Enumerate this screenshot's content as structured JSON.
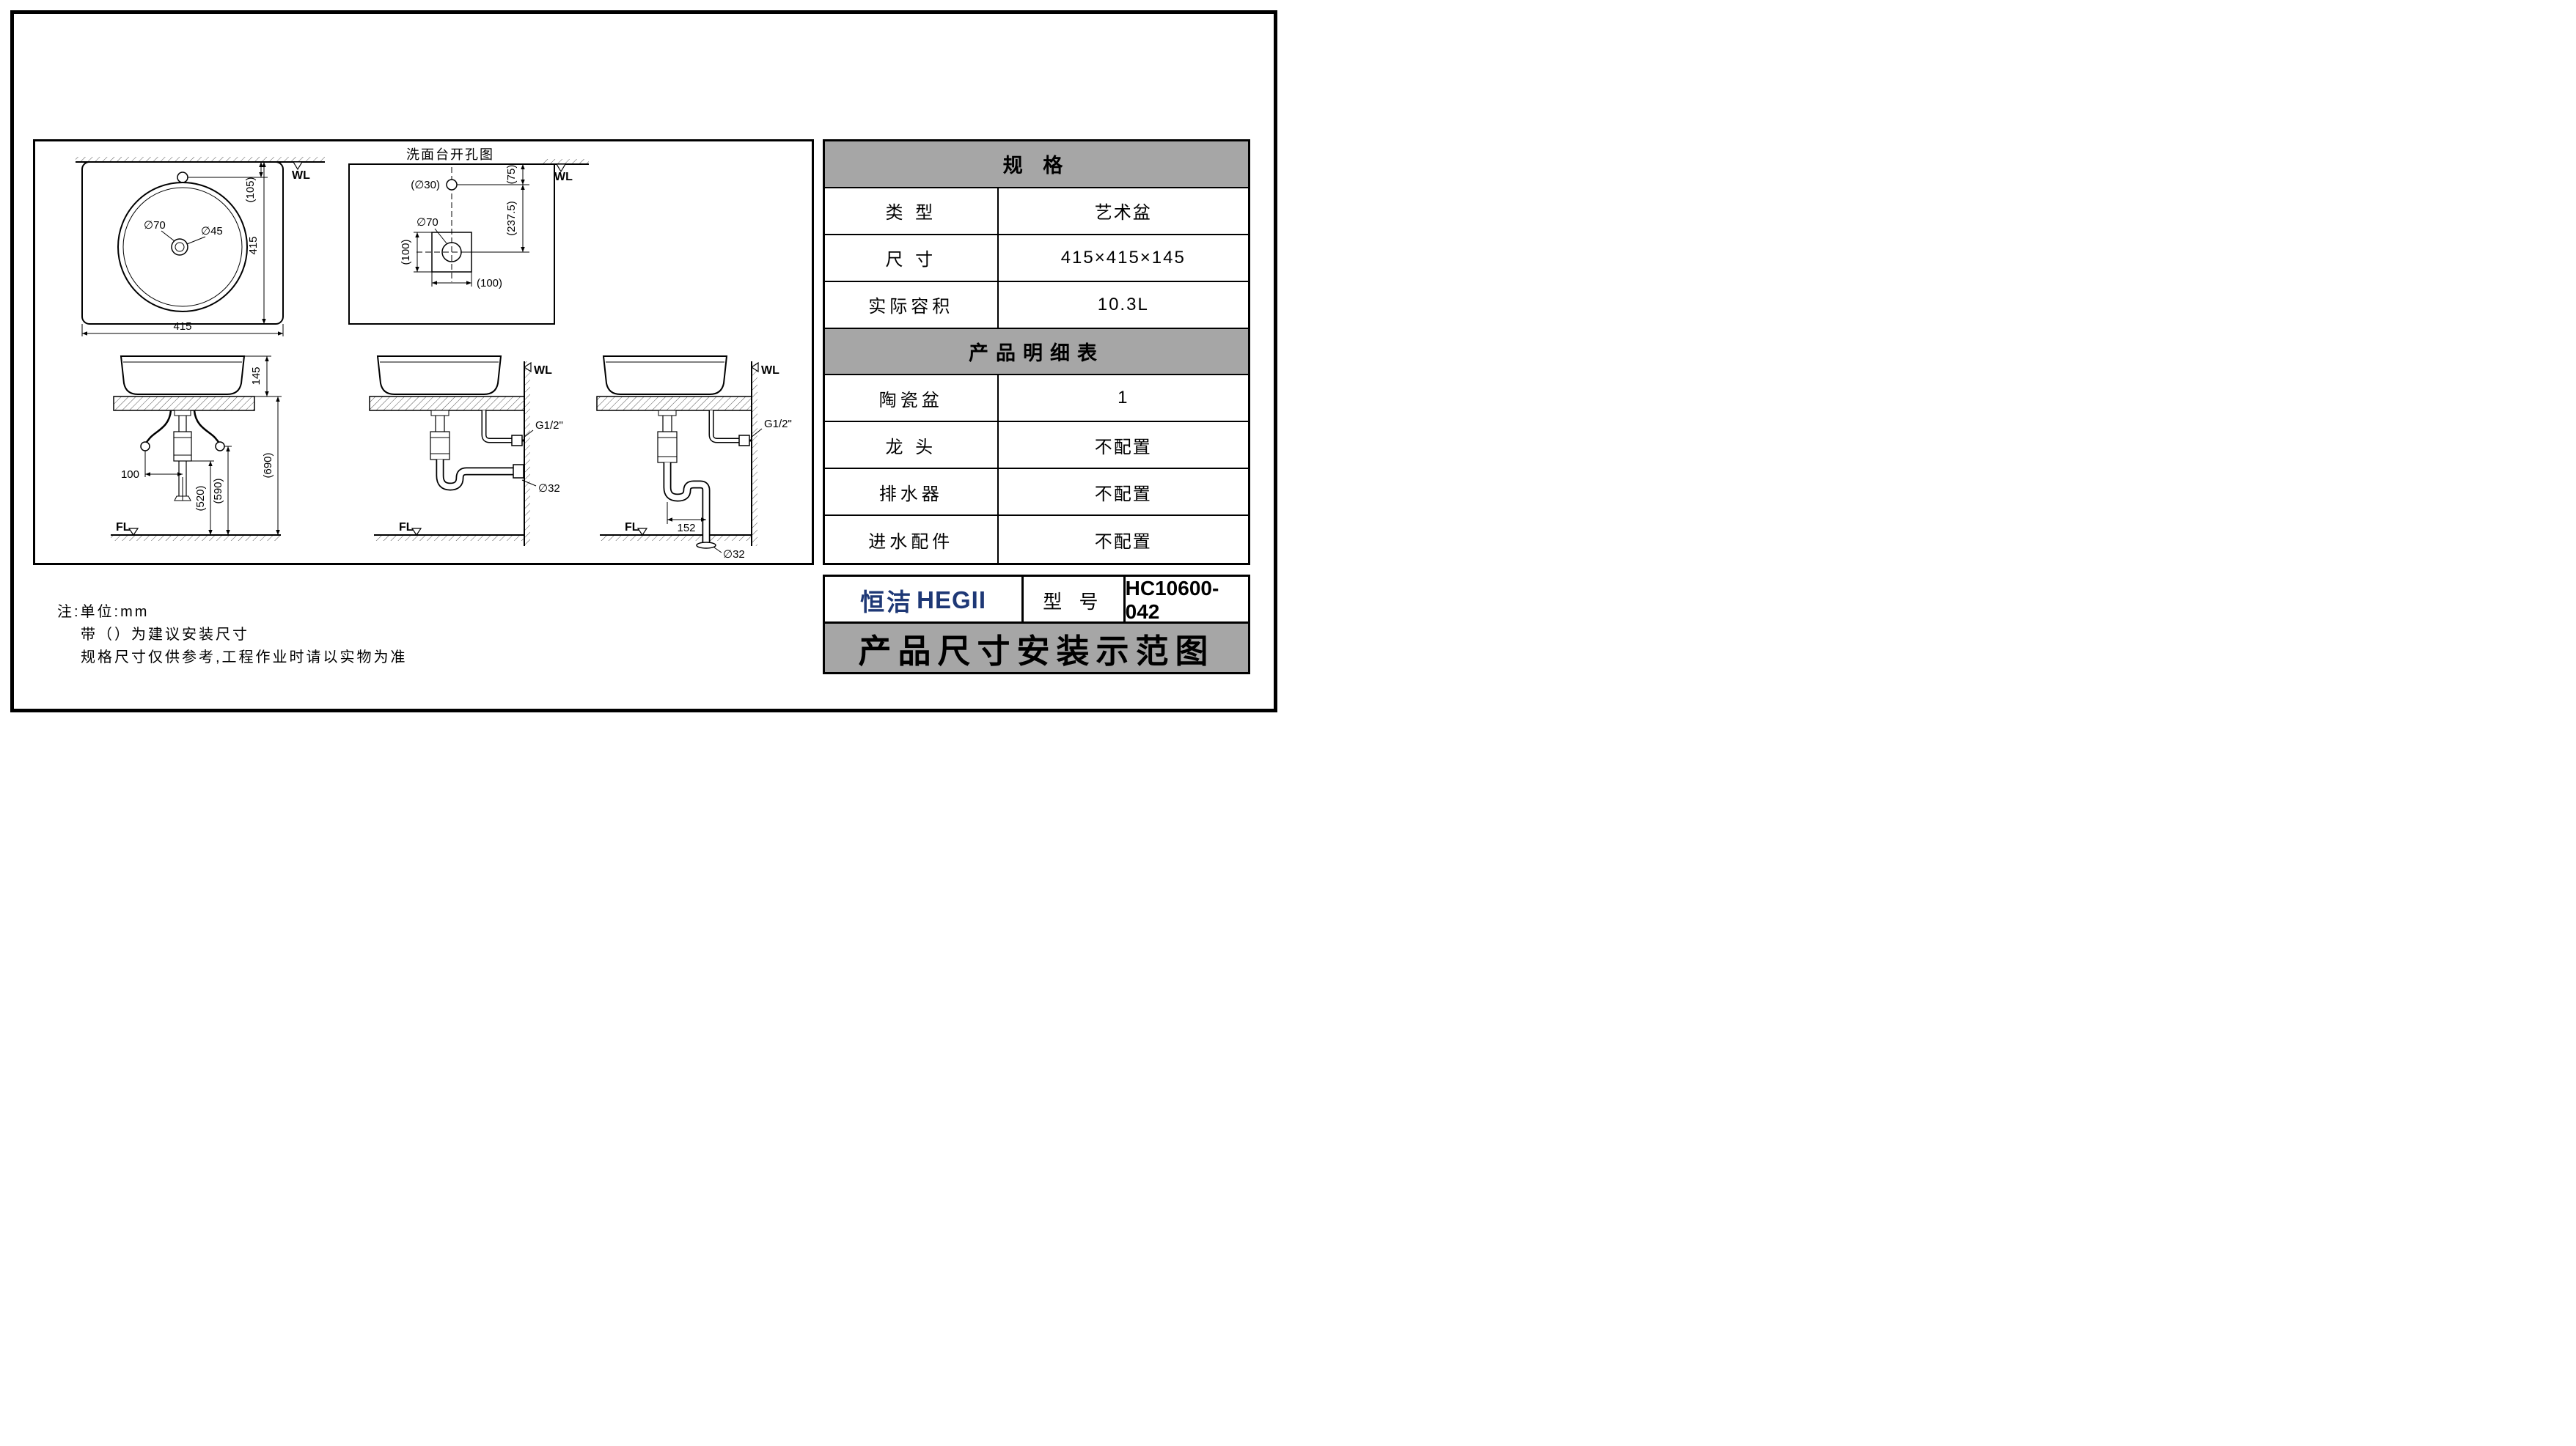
{
  "drawing": {
    "cutout_title": "洗面台开孔图",
    "labels": {
      "wl": "WL",
      "fl": "FL",
      "dim415": "415",
      "dim105": "(105)",
      "dia70": "∅70",
      "dia45": "∅45",
      "dia30": "(∅30)",
      "dim75": "(75)",
      "dim2375": "(237.5)",
      "dim100p": "(100)",
      "dim100": "100",
      "dim145": "145",
      "dim520": "(520)",
      "dim590": "(590)",
      "dim690": "(690)",
      "dim152": "152",
      "dia32": "∅32",
      "g12": "G1/2\""
    }
  },
  "spec_table": {
    "title": "规 格",
    "rows": [
      {
        "label": "类 型",
        "value": "艺术盆"
      },
      {
        "label": "尺 寸",
        "value": "415×415×145"
      },
      {
        "label": "实际容积",
        "value": "10.3L"
      }
    ],
    "detail_title": "产品明细表",
    "detail_rows": [
      {
        "label": "陶瓷盆",
        "value": "1"
      },
      {
        "label": "龙 头",
        "value": "不配置"
      },
      {
        "label": "排水器",
        "value": "不配置"
      },
      {
        "label": "进水配件",
        "value": "不配置"
      }
    ]
  },
  "title_block": {
    "brand_cn": "恒洁",
    "brand_en": "HEGII",
    "model_label": "型 号",
    "model_value": "HC10600-042",
    "sheet_title": "产品尺寸安装示范图"
  },
  "notes": {
    "line1": "注:单位:mm",
    "line2": "带（）为建议安装尺寸",
    "line3": "规格尺寸仅供参考,工程作业时请以实物为准"
  },
  "colors": {
    "header_gray": "#a6a6a6",
    "brand_blue": "#1e3876",
    "line_black": "#000000"
  }
}
